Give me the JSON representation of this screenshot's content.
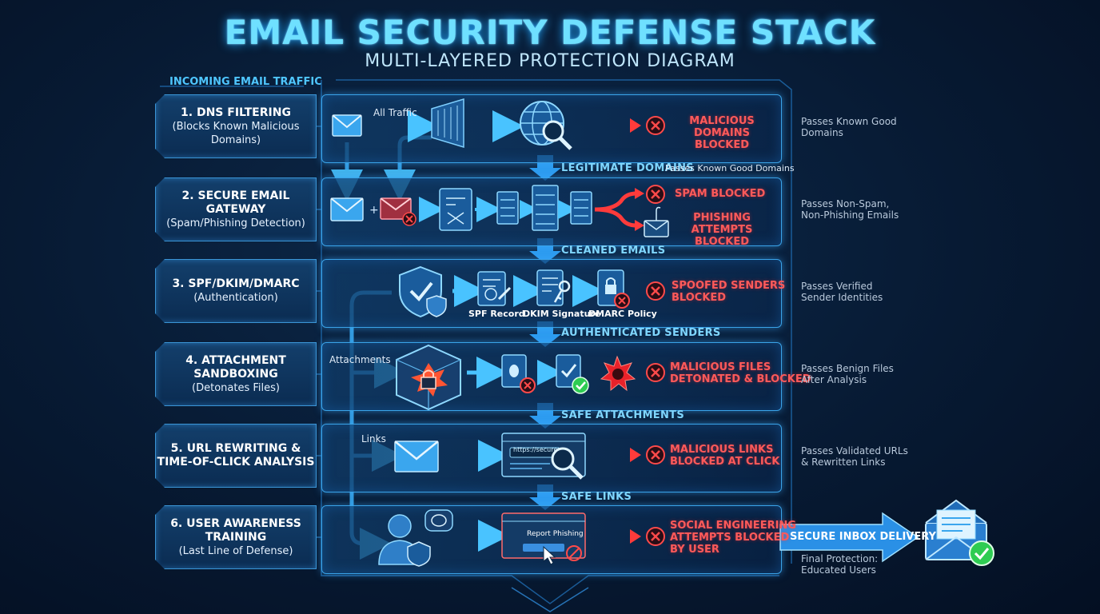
{
  "header": {
    "title": "EMAIL SECURITY DEFENSE STACK",
    "subtitle": "MULTI-LAYERED PROTECTION DIAGRAM",
    "incoming": "INCOMING EMAIL TRAFFIC"
  },
  "layers": [
    {
      "title": "1. DNS FILTERING",
      "subtitle": "(Blocks Known Malicious Domains)",
      "blocked": [
        "MALICIOUS DOMAINS",
        "BLOCKED"
      ],
      "passes": [
        "Passes Known Good",
        "Domains"
      ]
    },
    {
      "title": "2. SECURE EMAIL GATEWAY",
      "subtitle": "(Spam/Phishing Detection)",
      "blocked": [
        "SPAM BLOCKED"
      ],
      "blocked2": [
        "PHISHING ATTEMPTS",
        "BLOCKED"
      ],
      "passes": [
        "Passes Non-Spam,",
        "Non-Phishing Emails"
      ]
    },
    {
      "title": "3. SPF/DKIM/DMARC",
      "subtitle": "(Authentication)",
      "blocked": [
        "SPOOFED SENDERS",
        "BLOCKED"
      ],
      "passes": [
        "Passes Verified",
        "Sender Identities"
      ]
    },
    {
      "title": "4. ATTACHMENT SANDBOXING",
      "subtitle": "(Detonates Files)",
      "blocked": [
        "MALICIOUS FILES",
        "DETONATED & BLOCKED"
      ],
      "passes": [
        "Passes Benign Files",
        "After Analysis"
      ]
    },
    {
      "title": "5. URL REWRITING &",
      "subtitle": "TIME-OF-CLICK ANALYSIS",
      "blocked": [
        "MALICIOUS LINKS",
        "BLOCKED AT CLICK"
      ],
      "passes": [
        "Passes Validated URLs",
        "& Rewritten Links"
      ]
    },
    {
      "title": "6. USER AWARENESS TRAINING",
      "subtitle": "(Last Line of Defense)",
      "blocked": [
        "SOCIAL ENGINEERING",
        "ATTEMPTS BLOCKED",
        "BY USER"
      ],
      "passes": [
        "Final Protection:",
        "Educated Users"
      ]
    }
  ],
  "flows": {
    "legit": "LEGITIMATE DOMAINS",
    "legit_note": "Passes Known Good Domains",
    "cleaned": "CLEANED EMAILS",
    "authenticated": "AUTHENTICATED SENDERS",
    "safe_attachments": "SAFE ATTACHMENTS",
    "safe_links": "SAFE LINKS"
  },
  "labels": {
    "all_traffic": "All Traffic",
    "attachments": "Attachments",
    "links": "Links",
    "spf": "SPF Record",
    "dkim": "DKIM Signature",
    "dmarc": "DMARC Policy",
    "report": "Report Phishing",
    "url_text": "https://secure..."
  },
  "delivery": {
    "label": "SECURE INBOX DELIVERY"
  },
  "colors": {
    "accent": "#36b7ff",
    "danger": "#ff4a4a",
    "ok": "#2ecc52"
  }
}
